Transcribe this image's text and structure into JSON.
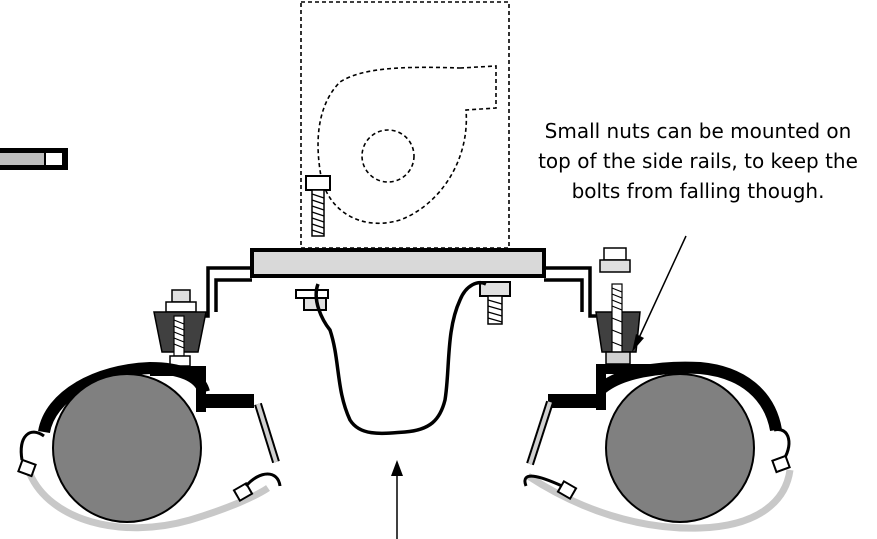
{
  "annotation": {
    "text": "Small nuts can be mounted on top of the side rails, to keep the bolts from falling though."
  },
  "colors": {
    "ink": "#000000",
    "wheel": "#808080",
    "plate": "#d9d9d9",
    "nut": "#b0b0b0",
    "rubber_mount": "#404040",
    "cable_light": "#c8c8c8"
  },
  "components": [
    "blower-outline",
    "top-plate",
    "support-bracket",
    "left-wheel",
    "right-wheel",
    "left-rubber-mount",
    "right-rubber-mount",
    "hanging-cable",
    "side-rail-nut"
  ]
}
